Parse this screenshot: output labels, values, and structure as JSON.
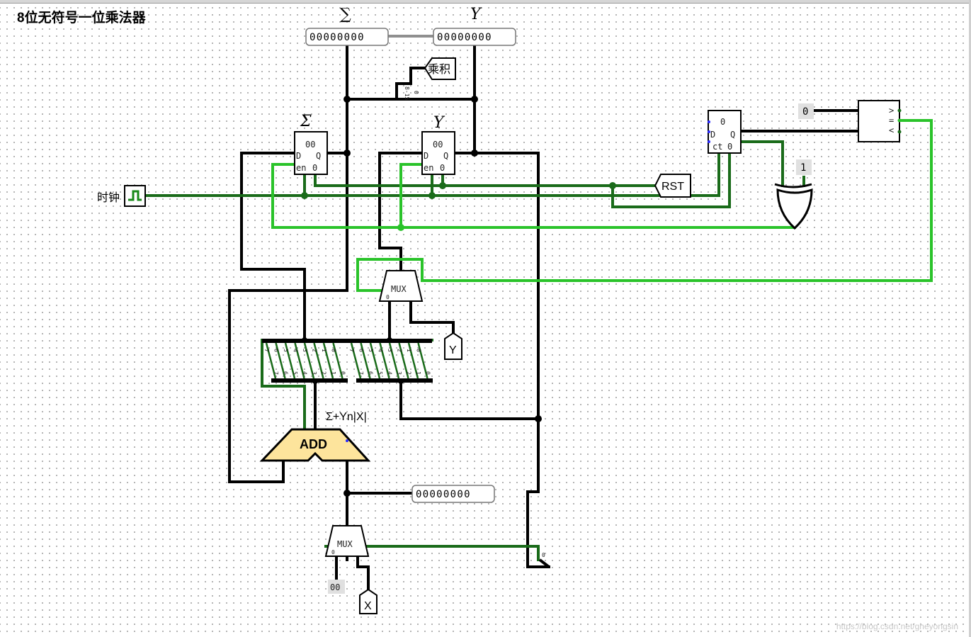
{
  "title": "8位无符号一位乘法器",
  "probes": {
    "sigma_out": {
      "symbol": "∑",
      "value": "00000000"
    },
    "y_out": {
      "symbol": "Y",
      "value": "00000000"
    },
    "add_out": {
      "value": "00000000"
    }
  },
  "tunnels": {
    "product": "乘积",
    "rst": "RST",
    "y": "Y",
    "x": "X"
  },
  "registers": {
    "sigma": {
      "symbol": "Σ",
      "value": "00",
      "d": "D",
      "q": "Q",
      "en": "en",
      "zero": "0"
    },
    "y": {
      "symbol": "Y",
      "value": "00",
      "d": "D",
      "q": "Q",
      "en": "en",
      "zero": "0"
    }
  },
  "counter": {
    "top": "0",
    "d": "D",
    "q": "Q",
    "ct": "ct",
    "zero": "0"
  },
  "clock": {
    "label": "时钟"
  },
  "constants": {
    "zero": "0",
    "one": "1",
    "double_zero": "00"
  },
  "adder": {
    "label": "ADD",
    "caption": "Σ+Yn|X|"
  },
  "mux_label": "MUX",
  "splitter_bits": [
    "7",
    "6",
    "5",
    "4",
    "3",
    "2",
    "1",
    "0"
  ],
  "split_range": "8-15",
  "comparator": {
    "gt": ">",
    "eq": "=",
    "lt": "<"
  },
  "watermark": "https://blog.csdn.net/gheyongsin"
}
